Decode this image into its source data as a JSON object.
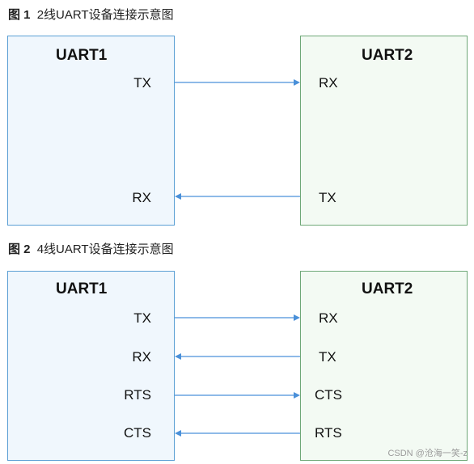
{
  "figure1": {
    "label": "图 1",
    "caption": "2线UART设备连接示意图",
    "left_device": "UART1",
    "right_device": "UART2",
    "left_pins": [
      "TX",
      "RX"
    ],
    "right_pins": [
      "RX",
      "TX"
    ],
    "directions": [
      "right",
      "left"
    ]
  },
  "figure2": {
    "label": "图 2",
    "caption": "4线UART设备连接示意图",
    "left_device": "UART1",
    "right_device": "UART2",
    "left_pins": [
      "TX",
      "RX",
      "RTS",
      "CTS"
    ],
    "right_pins": [
      "RX",
      "TX",
      "CTS",
      "RTS"
    ],
    "directions": [
      "right",
      "left",
      "right",
      "left"
    ]
  },
  "watermark": "CSDN @沧海一笑-z",
  "colors": {
    "arrow": "#4a90d9",
    "left_box_fill": "#f0f7fd",
    "left_box_border": "#5a9fd4",
    "right_box_fill": "#f3faf3",
    "right_box_border": "#6fa878"
  }
}
